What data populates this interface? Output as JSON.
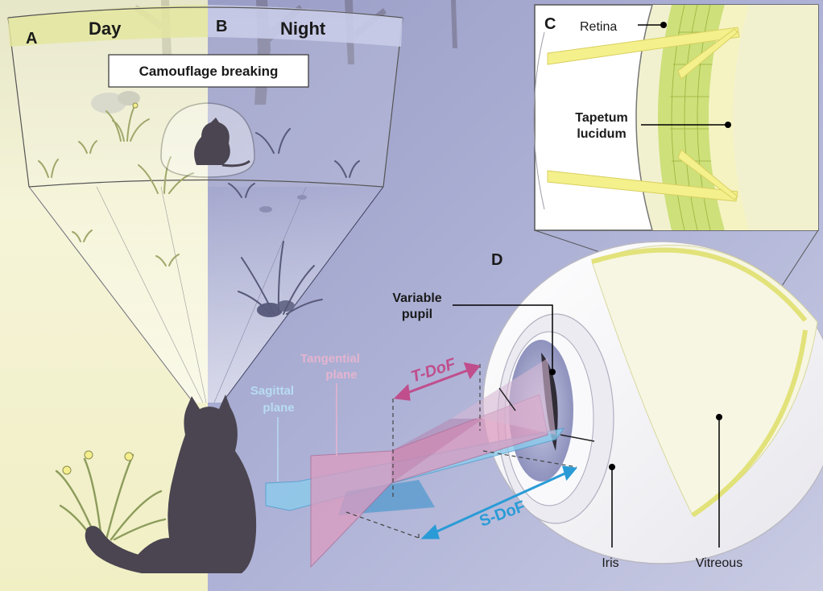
{
  "panels": {
    "a": "A",
    "b": "B",
    "c": "C",
    "d": "D"
  },
  "headers": {
    "day": "Day",
    "night": "Night"
  },
  "callout": "Camouflage breaking",
  "retina_inset": {
    "retina": "Retina",
    "tapetum_line1": "Tapetum",
    "tapetum_line2": "lucidum"
  },
  "eye": {
    "pupil_line1": "Variable",
    "pupil_line2": "pupil",
    "iris": "Iris",
    "vitreous": "Vitreous"
  },
  "planes": {
    "tangential_line1": "Tangential",
    "tangential_line2": "plane",
    "sagittal_line1": "Sagittal",
    "sagittal_line2": "plane",
    "t_dof": "T-DoF",
    "s_dof": "S-DoF"
  },
  "colors": {
    "day_bg": "#f3f2d2",
    "night_bg": "#a3a8cf",
    "tangential": "#d98fb6",
    "sagittal": "#7cc2e6",
    "tapetum": "#c8dc5a",
    "light_ray": "#f4f08c",
    "cat": "#4a4550"
  }
}
